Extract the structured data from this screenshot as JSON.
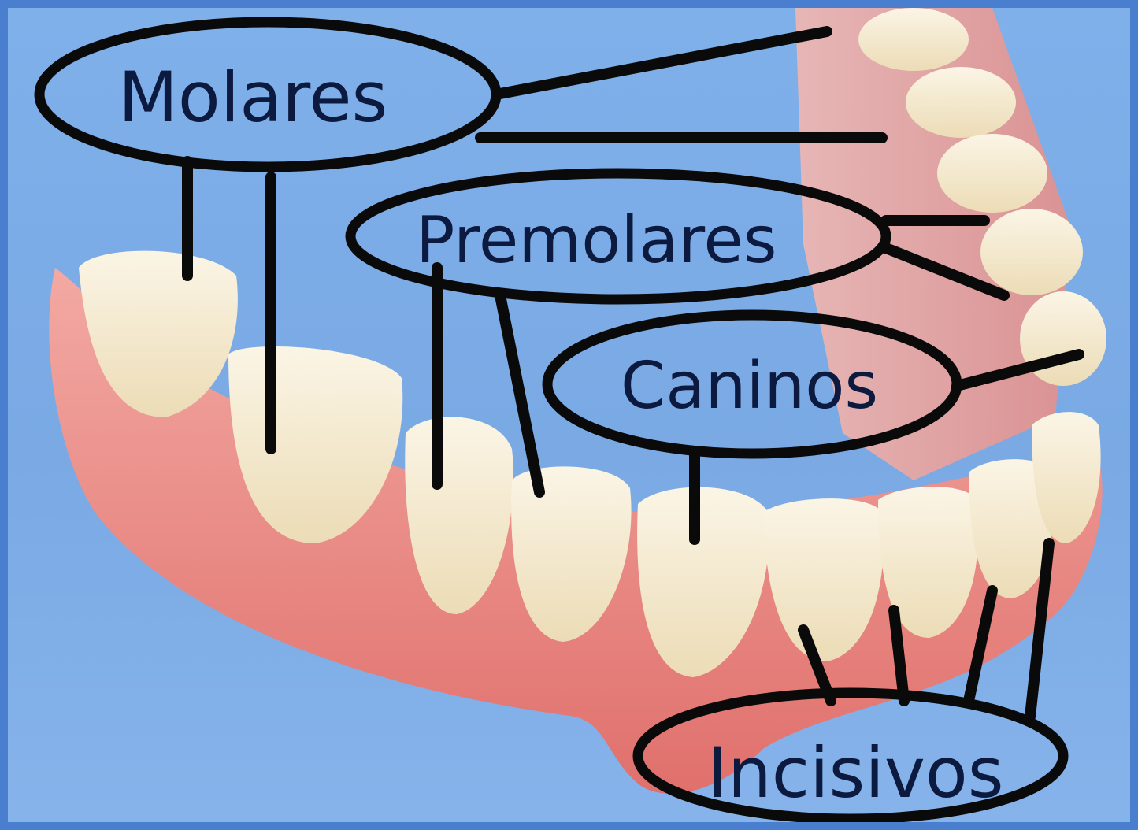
{
  "labels": {
    "molares": "Molares",
    "premolares": "Premolares",
    "caninos": "Caninos",
    "incisivos": "Incisivos"
  },
  "colors": {
    "background": "#7aa9e4",
    "border": "#4a7fd0",
    "gum": "#e98a86",
    "tooth": "#f4ead0",
    "label_outline": "#0a0a0a",
    "label_text": "#0d1a40"
  }
}
